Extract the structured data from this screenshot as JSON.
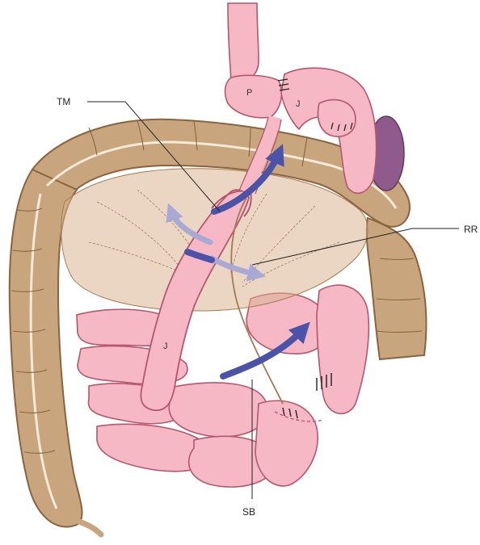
{
  "figure": {
    "labels": {
      "tm": "TM",
      "rr": "RR",
      "sb": "SB",
      "p": "P",
      "j_upper": "J",
      "j_lower": "J"
    }
  },
  "colors": {
    "colon_fill": "#c9a57e",
    "colon_stroke": "#8a6440",
    "colon_inner": "#f3ead9",
    "bowel_fill": "#f6b8c5",
    "bowel_stroke": "#b4566e",
    "mesentery": "#d9b48f",
    "spleen": "#8f5a8c",
    "arrow_dark": "#4a53a8",
    "arrow_light": "#a9a9d6",
    "leader_line": "#222222"
  }
}
